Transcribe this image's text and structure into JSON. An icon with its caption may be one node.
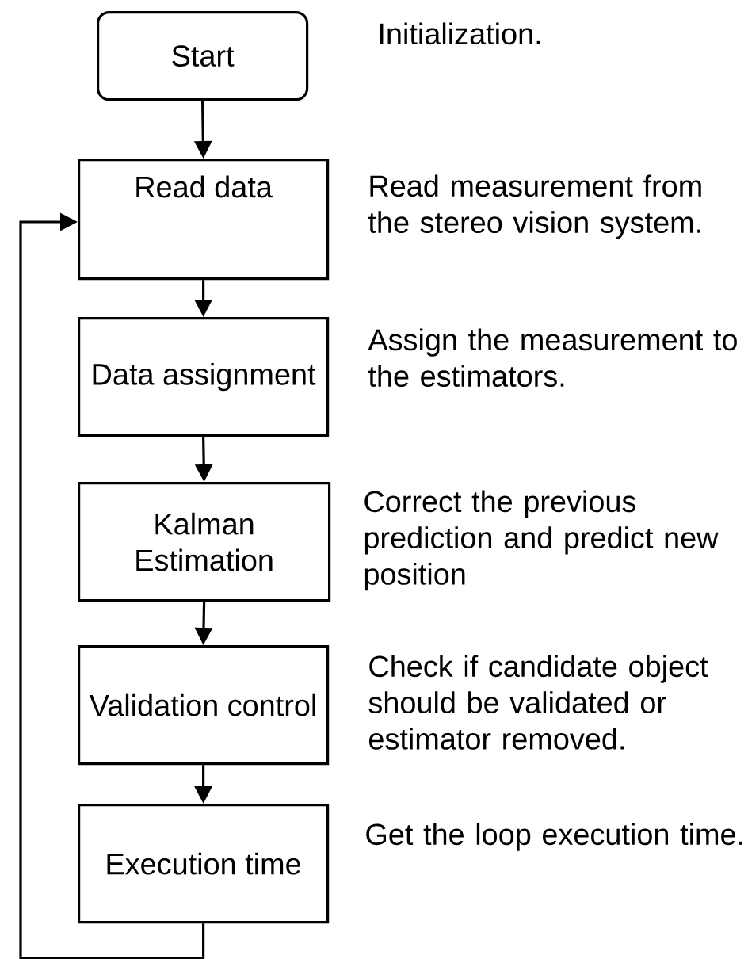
{
  "diagram": {
    "nodes": [
      {
        "text": [
          "Start"
        ],
        "beside": [
          "Initialization."
        ]
      },
      {
        "text": [
          "Read data"
        ],
        "beside": [
          "Read measurement from the stereo vision system."
        ]
      },
      {
        "text": [
          "Data assignment"
        ],
        "beside": [
          "Assign the measurement to the estimators."
        ]
      },
      {
        "text": [
          "Kalman Estimation"
        ],
        "beside": [
          "Correct the previous prediction and predict new position"
        ]
      },
      {
        "text": [
          "Validation control"
        ],
        "beside": [
          "Check if candidate object should be validated or estimator removed."
        ]
      },
      {
        "text": [
          "Execution time"
        ],
        "beside": [
          "Get the loop execution time."
        ]
      }
    ],
    "edges": [
      {
        "from": 0,
        "to": 1,
        "arrow": "to"
      },
      {
        "from": 1,
        "to": 2,
        "arrow": "to"
      },
      {
        "from": 2,
        "to": 3,
        "arrow": "to"
      },
      {
        "from": 3,
        "to": 4,
        "arrow": "to"
      },
      {
        "from": 4,
        "to": 5,
        "arrow": "to"
      },
      {
        "from": 5,
        "to": 1,
        "arrow": "to"
      }
    ]
  }
}
